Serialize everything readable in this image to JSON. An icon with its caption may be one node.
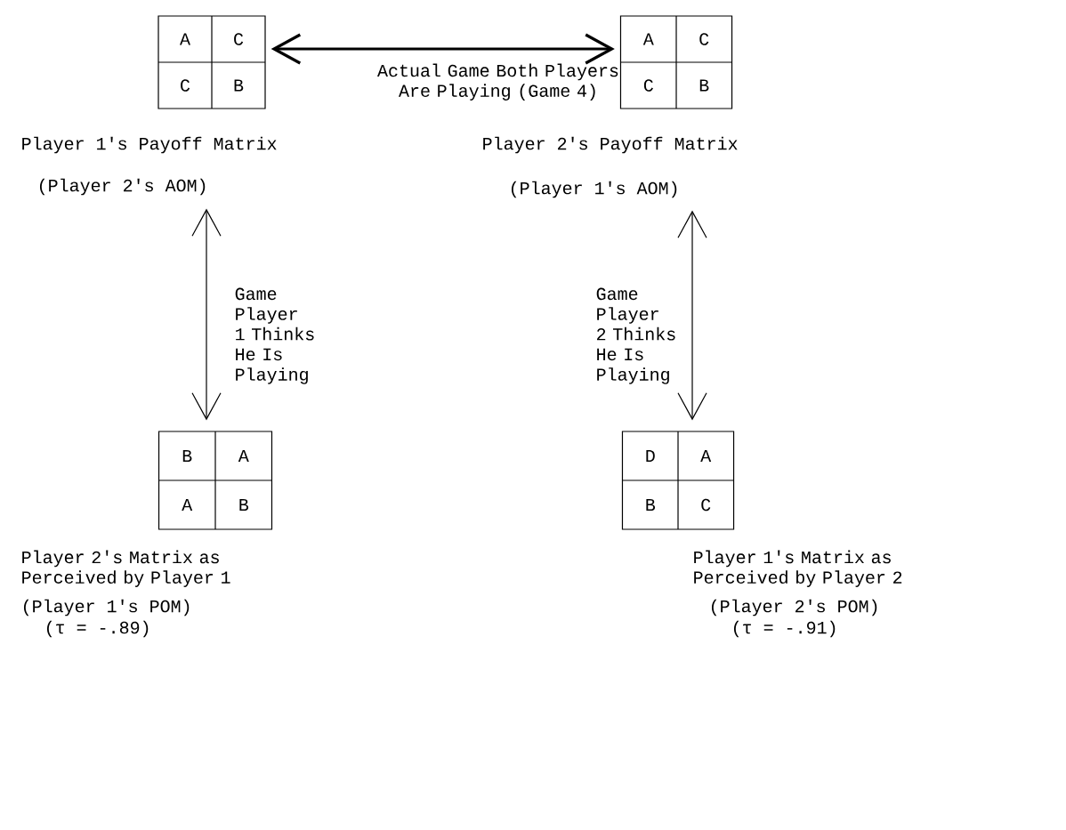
{
  "diagram": {
    "nodes": [
      {
        "text": [
          "A",
          "C",
          "C",
          "B"
        ],
        "beside": [
          "Player 1's Payoff Matrix",
          "(Player 2's AOM)"
        ]
      },
      {
        "text": [
          "A",
          "C",
          "C",
          "B"
        ],
        "beside": [
          "Player 2's Payoff Matrix",
          "(Player 1's AOM)"
        ]
      },
      {
        "text": [
          "B",
          "A",
          "A",
          "B"
        ],
        "beside": [
          "Player 2's Matrix as Perceived by Player 1",
          "(Player 1's POM)",
          "(τ = -.89)"
        ]
      },
      {
        "text": [
          "D",
          "A",
          "B",
          "C"
        ],
        "beside": [
          "Player 1's Matrix as Perceived by Player 2",
          "(Player 2's POM)",
          "(τ = -.91)"
        ]
      }
    ],
    "edges": [
      {
        "from": 0,
        "to": 1,
        "arrow": "both",
        "label": "Actual Game Both Players Are Playing (Game 4)",
        "style": "thick"
      },
      {
        "from": 0,
        "to": 2,
        "arrow": "both",
        "label": "Game Player 1 Thinks He Is Playing"
      },
      {
        "from": 1,
        "to": 3,
        "arrow": "both",
        "label": "Game Player 2 Thinks He Is Playing"
      }
    ]
  }
}
